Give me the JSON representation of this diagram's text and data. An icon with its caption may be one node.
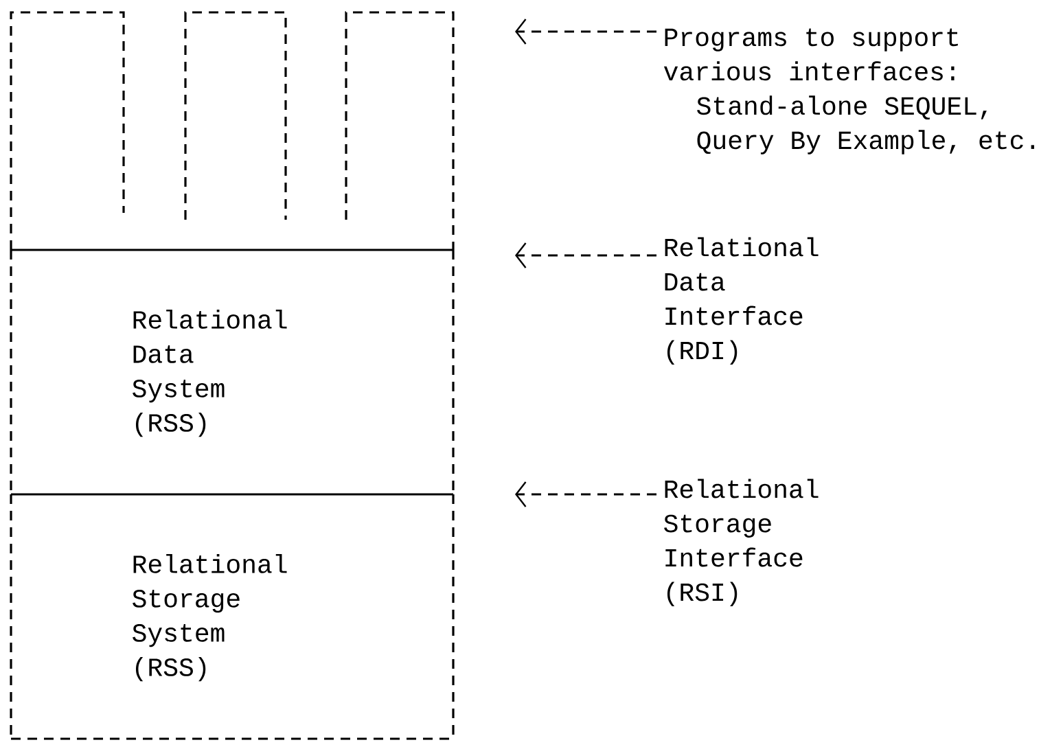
{
  "diagram": {
    "nodes": [
      {
        "text": [],
        "shape": "box"
      },
      {
        "text": [],
        "shape": "box"
      },
      {
        "text": [],
        "shape": "box"
      },
      {
        "text": [
          "Programs to support various interfaces:",
          "Stand-alone SEQUEL, Query By Example, etc."
        ]
      },
      {
        "text": [
          "Relational Data System (RSS)"
        ]
      },
      {
        "text": [
          "Relational Data Interface (RDI)"
        ]
      },
      {
        "text": [
          "Relational Storage System (RSS)"
        ]
      },
      {
        "text": [
          "Relational Storage Interface (RSI)"
        ]
      }
    ],
    "edges": [
      {
        "from": 3,
        "to": null,
        "arrow": "to"
      },
      {
        "from": 5,
        "to": null,
        "arrow": "to"
      },
      {
        "from": 7,
        "to": null,
        "arrow": "to"
      }
    ]
  }
}
